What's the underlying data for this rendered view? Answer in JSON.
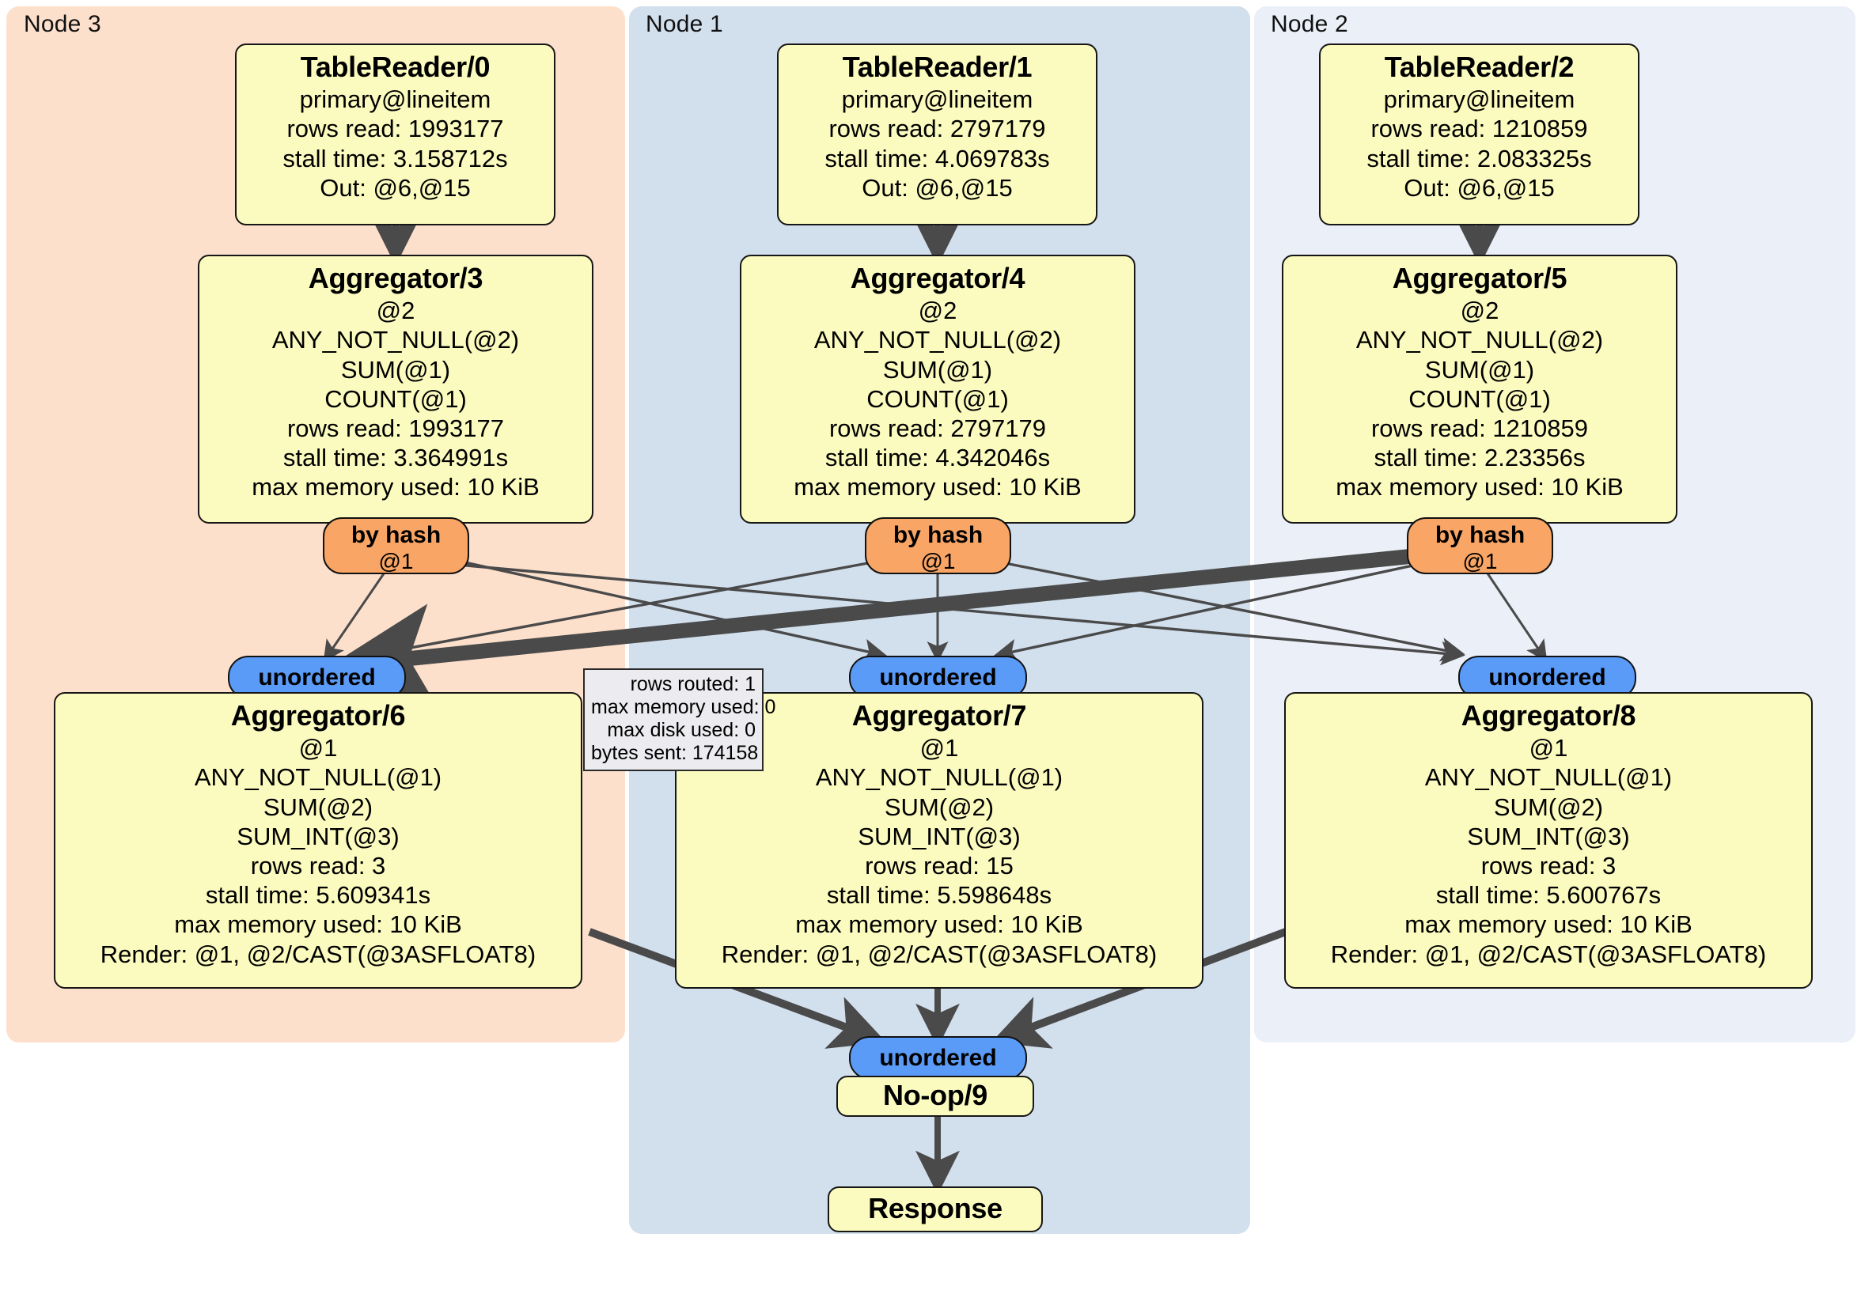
{
  "panels": [
    {
      "name": "node-3",
      "label": "Node 3",
      "color": "#FDE0CC"
    },
    {
      "name": "node-1",
      "label": "Node 1",
      "color": "#D2E0EE"
    },
    {
      "name": "node-2",
      "label": "Node 2",
      "color": "#EAEFF8"
    }
  ],
  "processors": {
    "table_reader_0": {
      "title": "TableReader/0",
      "lines": [
        "primary@lineitem",
        "rows read: 1993177",
        "stall time: 3.158712s",
        "Out: @6,@15"
      ]
    },
    "table_reader_1": {
      "title": "TableReader/1",
      "lines": [
        "primary@lineitem",
        "rows read: 2797179",
        "stall time: 4.069783s",
        "Out: @6,@15"
      ]
    },
    "table_reader_2": {
      "title": "TableReader/2",
      "lines": [
        "primary@lineitem",
        "rows read: 1210859",
        "stall time: 2.083325s",
        "Out: @6,@15"
      ]
    },
    "aggregator_3": {
      "title": "Aggregator/3",
      "lines": [
        "@2",
        "ANY_NOT_NULL(@2)",
        "SUM(@1)",
        "COUNT(@1)",
        "rows read: 1993177",
        "stall time: 3.364991s",
        "max memory used: 10 KiB"
      ]
    },
    "aggregator_4": {
      "title": "Aggregator/4",
      "lines": [
        "@2",
        "ANY_NOT_NULL(@2)",
        "SUM(@1)",
        "COUNT(@1)",
        "rows read: 2797179",
        "stall time: 4.342046s",
        "max memory used: 10 KiB"
      ]
    },
    "aggregator_5": {
      "title": "Aggregator/5",
      "lines": [
        "@2",
        "ANY_NOT_NULL(@2)",
        "SUM(@1)",
        "COUNT(@1)",
        "rows read: 1210859",
        "stall time: 2.23356s",
        "max memory used: 10 KiB"
      ]
    },
    "aggregator_6": {
      "title": "Aggregator/6",
      "lines": [
        "@1",
        "ANY_NOT_NULL(@1)",
        "SUM(@2)",
        "SUM_INT(@3)",
        "rows read: 3",
        "stall time: 5.609341s",
        "max memory used: 10 KiB",
        "Render: @1, @2/CAST(@3ASFLOAT8)"
      ]
    },
    "aggregator_7": {
      "title": "Aggregator/7",
      "lines": [
        "@1",
        "ANY_NOT_NULL(@1)",
        "SUM(@2)",
        "SUM_INT(@3)",
        "rows read: 15",
        "stall time: 5.598648s",
        "max memory used: 10 KiB",
        "Render: @1, @2/CAST(@3ASFLOAT8)"
      ]
    },
    "aggregator_8": {
      "title": "Aggregator/8",
      "lines": [
        "@1",
        "ANY_NOT_NULL(@1)",
        "SUM(@2)",
        "SUM_INT(@3)",
        "rows read: 3",
        "stall time: 5.600767s",
        "max memory used: 10 KiB",
        "Render: @1, @2/CAST(@3ASFLOAT8)"
      ]
    },
    "noop_9": {
      "title": "No-op/9",
      "lines": []
    },
    "response": {
      "title": "Response",
      "lines": []
    }
  },
  "routers": [
    {
      "name": "router-node-3",
      "title": "by hash",
      "sub": "@1"
    },
    {
      "name": "router-node-1",
      "title": "by hash",
      "sub": "@1"
    },
    {
      "name": "router-node-2",
      "title": "by hash",
      "sub": "@1"
    }
  ],
  "receivers": [
    {
      "name": "receiver-node-3",
      "label": "unordered"
    },
    {
      "name": "receiver-node-1",
      "label": "unordered"
    },
    {
      "name": "receiver-node-2",
      "label": "unordered"
    },
    {
      "name": "receiver-final",
      "label": "unordered"
    }
  ],
  "stream_stats": {
    "lines": [
      "rows routed: 1",
      "max memory used: 0",
      "max disk used: 0",
      "bytes sent: 174158"
    ]
  },
  "colors": {
    "processor_fill": "#FBFBBF",
    "router_fill": "#F8A565",
    "receiver_fill": "#5B9BF8",
    "edge": "#4A4A4A",
    "stroke": "#111111"
  }
}
